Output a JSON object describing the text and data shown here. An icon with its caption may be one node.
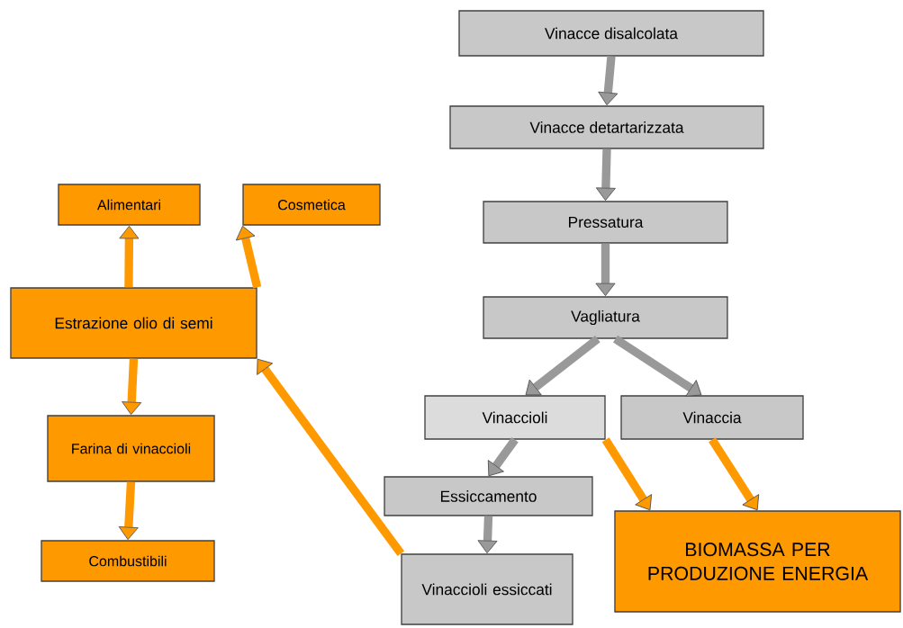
{
  "diagram": {
    "nodes": [
      {
        "text": [
          "Vinacce disalcolata"
        ]
      },
      {
        "text": [
          "Vinacce detartarizzata"
        ]
      },
      {
        "text": [
          "Pressatura"
        ]
      },
      {
        "text": [
          "Vagliatura"
        ]
      },
      {
        "text": [
          "Alimentari"
        ]
      },
      {
        "text": [
          "Cosmetica"
        ]
      },
      {
        "text": [
          "Estrazione olio di semi"
        ]
      },
      {
        "text": [
          "Vinaccioli"
        ]
      },
      {
        "text": [
          "Vinaccia"
        ]
      },
      {
        "text": [
          "Farina di vinaccioli"
        ]
      },
      {
        "text": [
          "Essiccamento"
        ]
      },
      {
        "text": [
          "Combustibili"
        ]
      },
      {
        "text": [
          "BIOMASSA PER PRODUZIONE ENERGIA"
        ]
      },
      {
        "text": [
          "Vinaccioli essiccati"
        ]
      }
    ],
    "edges": [
      {
        "from": 0,
        "to": 1,
        "arrow": "to",
        "color": "#999999"
      },
      {
        "from": 1,
        "to": 2,
        "arrow": "to",
        "color": "#999999"
      },
      {
        "from": 2,
        "to": 3,
        "arrow": "to",
        "color": "#999999"
      },
      {
        "from": 3,
        "to": 7,
        "arrow": "to",
        "color": "#999999"
      },
      {
        "from": 3,
        "to": 8,
        "arrow": "to",
        "color": "#999999"
      },
      {
        "from": 7,
        "to": 10,
        "arrow": "to",
        "color": "#999999"
      },
      {
        "from": 10,
        "to": 13,
        "arrow": "to",
        "color": "#999999"
      },
      {
        "from": 13,
        "to": 6,
        "arrow": "to",
        "color": "#ff9900"
      },
      {
        "from": 7,
        "to": 12,
        "arrow": "to",
        "color": "#ff9900"
      },
      {
        "from": 8,
        "to": 12,
        "arrow": "to",
        "color": "#ff9900"
      },
      {
        "from": 6,
        "to": 4,
        "arrow": "to",
        "color": "#ff9900"
      },
      {
        "from": 6,
        "to": 5,
        "arrow": "to",
        "color": "#ff9900"
      },
      {
        "from": 6,
        "to": 9,
        "arrow": "to",
        "color": "#ff9900"
      },
      {
        "from": 9,
        "to": 11,
        "arrow": "to",
        "color": "#ff9900"
      }
    ]
  }
}
